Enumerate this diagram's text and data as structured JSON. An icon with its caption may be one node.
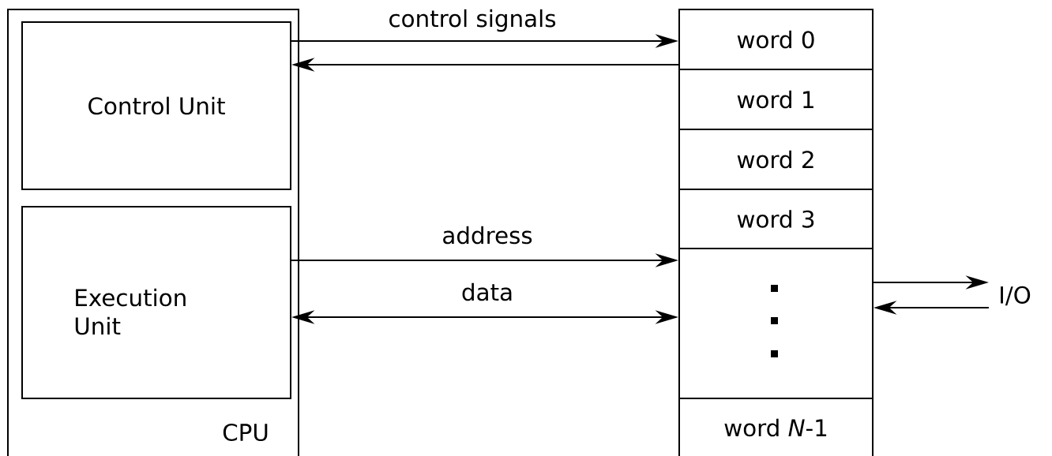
{
  "diagram": {
    "nodes": [
      {
        "text": [
          "CPU"
        ]
      },
      {
        "text": [
          "Control Unit"
        ],
        "in": 0
      },
      {
        "text": [
          "Execution Unit"
        ],
        "in": 0
      },
      {
        "text": [
          "word 0"
        ]
      },
      {
        "text": [
          "word 1"
        ]
      },
      {
        "text": [
          "word 2"
        ]
      },
      {
        "text": [
          "word 3"
        ]
      },
      {
        "text": [],
        "shape": "box"
      },
      {
        "text": [
          "word *N*-1"
        ]
      },
      {
        "text": [
          "I/O"
        ]
      }
    ],
    "edges": [
      {
        "from": 1,
        "to": 3,
        "arrow": "to",
        "label": "control signals"
      },
      {
        "from": 3,
        "to": 1,
        "arrow": "to"
      },
      {
        "from": 2,
        "to": 7,
        "arrow": "to",
        "label": "address"
      },
      {
        "from": 2,
        "to": 7,
        "arrow": "both",
        "label": "data"
      },
      {
        "from": 7,
        "to": 9,
        "arrow": "to"
      },
      {
        "from": 9,
        "to": 7,
        "arrow": "to"
      }
    ]
  }
}
